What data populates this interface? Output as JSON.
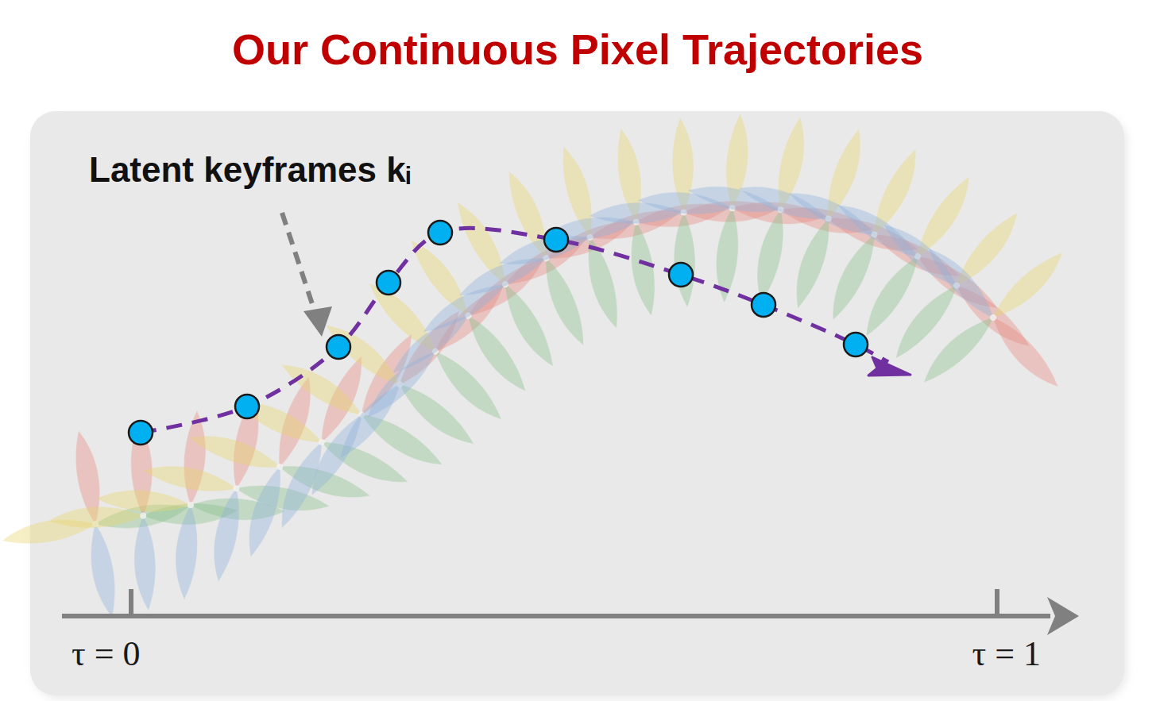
{
  "diagram": {
    "title": "Our Continuous Pixel Trajectories",
    "labels": [
      "Latent keyframes kᵢ",
      "τ = 0",
      "τ = 1"
    ]
  }
}
